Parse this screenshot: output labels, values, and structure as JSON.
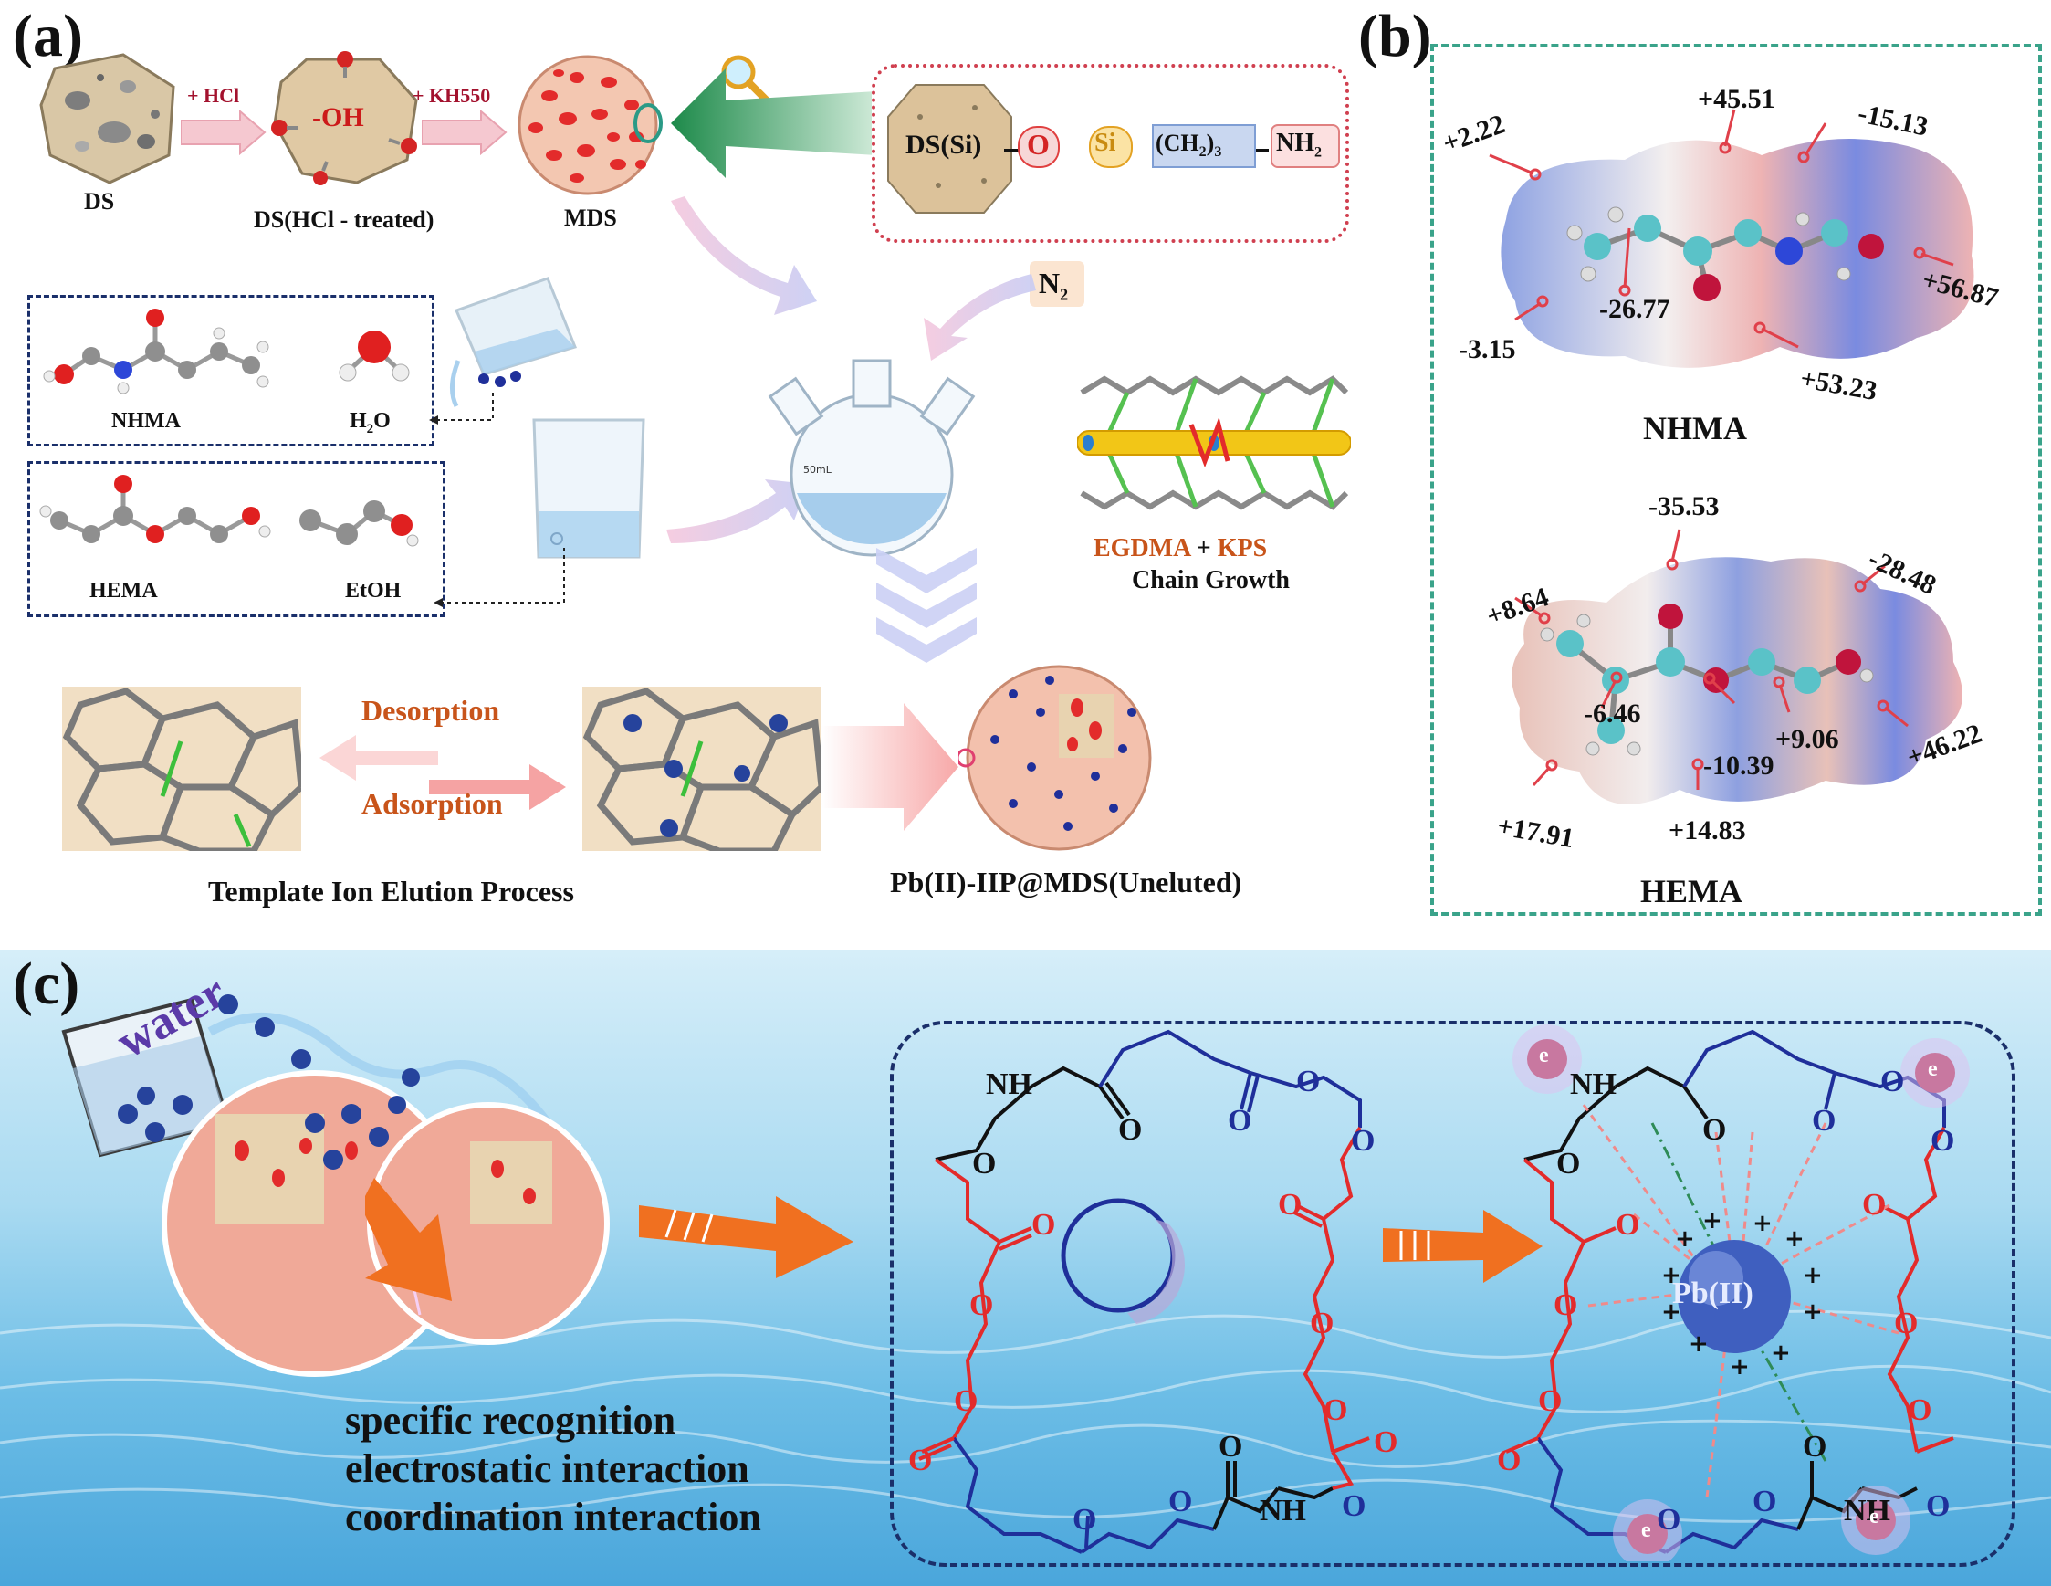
{
  "panels": {
    "a": "(a)",
    "b": "(b)",
    "c": "(c)"
  },
  "panel_a": {
    "ds": "DS",
    "hcl": "+ HCl",
    "oh": "-OH",
    "ds_treated": "DS(HCl - treated)",
    "kh550": "+ KH550",
    "mds": "MDS",
    "chain": {
      "ds_si": "DS(Si)",
      "o": "O",
      "si": "Si",
      "ch2": "(CH",
      "ch2_sub": "2",
      "ch2_n": "3",
      "nh2": "NH",
      "nh2_sub": "2"
    },
    "n2": "N",
    "n2_sub": "2",
    "nhma": "NHMA",
    "h2o": "H",
    "h2o_sub": "2",
    "h2o_o": "O",
    "hema": "HEMA",
    "etoh": "EtOH",
    "flask_label": "50mL",
    "egdma": "EGDMA",
    "plus": " + ",
    "kps": "KPS",
    "chain_growth": "Chain Growth",
    "desorption": "Desorption",
    "adsorption": "Adsorption",
    "elution": "Template Ion Elution Process",
    "uneluted": "Pb(II)-IIP@MDS(Uneluted)"
  },
  "panel_b": {
    "nhma_title": "NHMA",
    "hema_title": "HEMA",
    "nhma_values": [
      "+2.22",
      "+45.51",
      "-15.13",
      "-26.77",
      "+56.87",
      "-3.15",
      "+53.23"
    ],
    "hema_values": [
      "-35.53",
      "+8.64",
      "-28.48",
      "-6.46",
      "+9.06",
      "-10.39",
      "+46.22",
      "+17.91",
      "+14.83"
    ]
  },
  "panel_c": {
    "water": "water",
    "lines": [
      "specific recognition",
      "electrostatic interaction",
      "coordination interaction"
    ],
    "nh": "NH",
    "pb": "Pb(II)",
    "electron": "e",
    "o": "O"
  },
  "colors": {
    "accent_red": "#e32b2b",
    "accent_blue": "#1f2f9a",
    "orange": "#f07020",
    "teal": "#3aa38a",
    "navy": "#1a2f6a"
  }
}
